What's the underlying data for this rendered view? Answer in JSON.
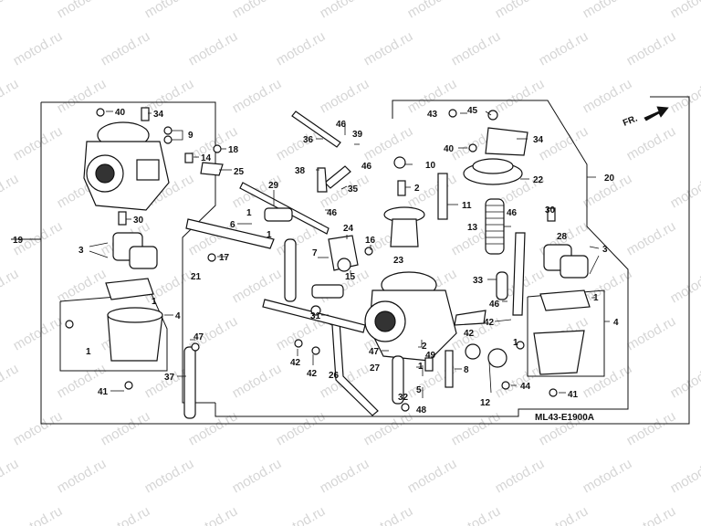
{
  "watermark": "motod.ru",
  "diagram_code": "ML43-E1900A",
  "direction_arrow": "FR.",
  "part_numbers": [
    "1",
    "2",
    "3",
    "4",
    "5",
    "6",
    "7",
    "8",
    "9",
    "10",
    "11",
    "12",
    "13",
    "14",
    "15",
    "16",
    "17",
    "18",
    "19",
    "20",
    "21",
    "22",
    "23",
    "24",
    "25",
    "26",
    "27",
    "28",
    "29",
    "30",
    "31",
    "32",
    "33",
    "34",
    "35",
    "36",
    "37",
    "38",
    "39",
    "40",
    "41",
    "42",
    "43",
    "44",
    "45",
    "46",
    "47",
    "48",
    "49"
  ],
  "callouts": {
    "p40a": "40",
    "p34a": "34",
    "p9": "9",
    "p18": "18",
    "p14": "14",
    "p25": "25",
    "p30a": "30",
    "p3a": "3",
    "p19": "19",
    "p21": "21",
    "p4a": "4",
    "p1a": "1",
    "p1b": "1",
    "p47a": "47",
    "p37": "37",
    "p41a": "41",
    "p17": "17",
    "p6": "6",
    "p1c": "1",
    "p1d": "1",
    "p29": "29",
    "p36": "36",
    "p46a": "46",
    "p39": "39",
    "p46b": "46",
    "p38": "38",
    "p35": "35",
    "p46c": "46",
    "p24": "24",
    "p16": "16",
    "p7": "7",
    "p15": "15",
    "p31": "31",
    "p42a": "42",
    "p42b": "42",
    "p26": "26",
    "p43": "43",
    "p45": "45",
    "p34b": "34",
    "p40b": "40",
    "p10": "10",
    "p2a": "2",
    "p11": "11",
    "p22": "22",
    "p20": "20",
    "p13": "13",
    "p46d": "46",
    "p30b": "30",
    "p28": "28",
    "p23": "23",
    "p3b": "3",
    "p33": "33",
    "p1e": "1",
    "p46e": "46",
    "p42c": "42",
    "p42d": "42",
    "p4b": "4",
    "p47b": "47",
    "p2b": "2",
    "p49": "49",
    "p27": "27",
    "p8": "8",
    "p1f": "1",
    "p5": "5",
    "p32": "32",
    "p48": "48",
    "p12": "12",
    "p44": "44",
    "p41b": "41",
    "p1g": "1"
  }
}
